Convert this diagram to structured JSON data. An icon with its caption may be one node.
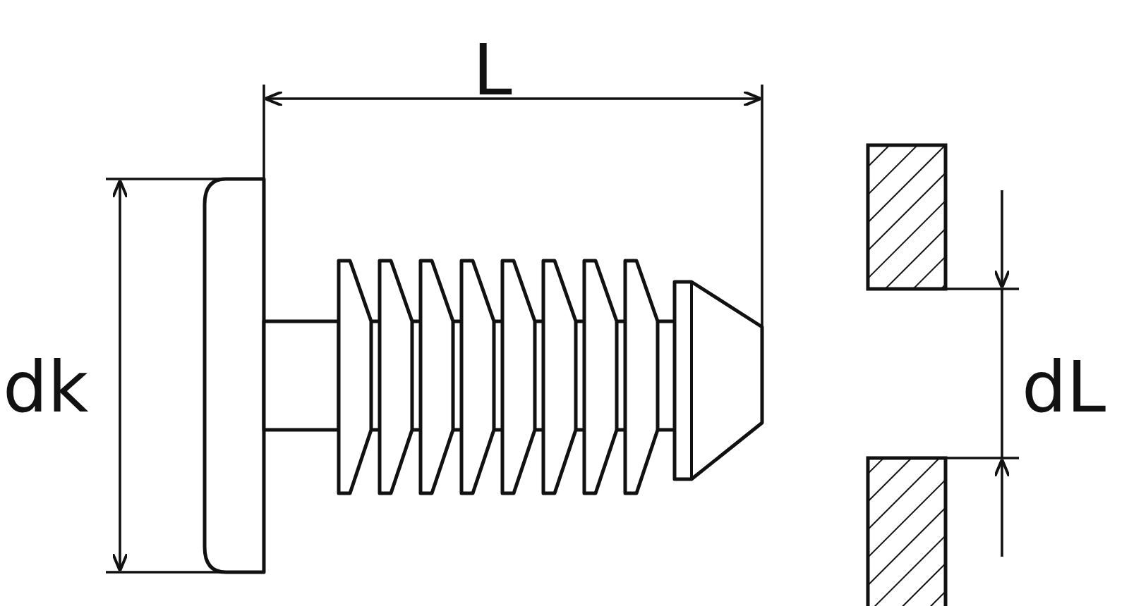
{
  "diagram": {
    "labels": [
      "L",
      "dk",
      "dL"
    ]
  }
}
